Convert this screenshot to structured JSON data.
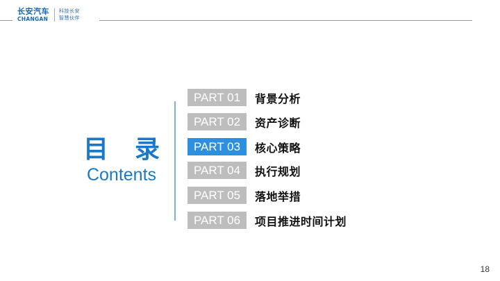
{
  "header": {
    "logo_cn": "长安汽车",
    "logo_en": "CHANGAN",
    "slogan_line1": "科技长安",
    "slogan_line2": "智慧伙伴"
  },
  "title": {
    "cn_char1": "目",
    "cn_char2": "录",
    "en": "Contents"
  },
  "toc": {
    "items": [
      {
        "part": "PART 01",
        "label": "背景分析",
        "active": false
      },
      {
        "part": "PART 02",
        "label": "资产诊断",
        "active": false
      },
      {
        "part": "PART 03",
        "label": "核心策略",
        "active": true
      },
      {
        "part": "PART 04",
        "label": "执行规划",
        "active": false
      },
      {
        "part": "PART 05",
        "label": "落地举措",
        "active": false
      },
      {
        "part": "PART 06",
        "label": "项目推进时间计划",
        "active": false
      }
    ]
  },
  "colors": {
    "brand_blue": "#1a78c8",
    "active_badge": "#2d8fe0",
    "inactive_badge": "#bdbdbd",
    "divider": "#7fb0d8"
  },
  "footer": {
    "page_number": "18"
  }
}
